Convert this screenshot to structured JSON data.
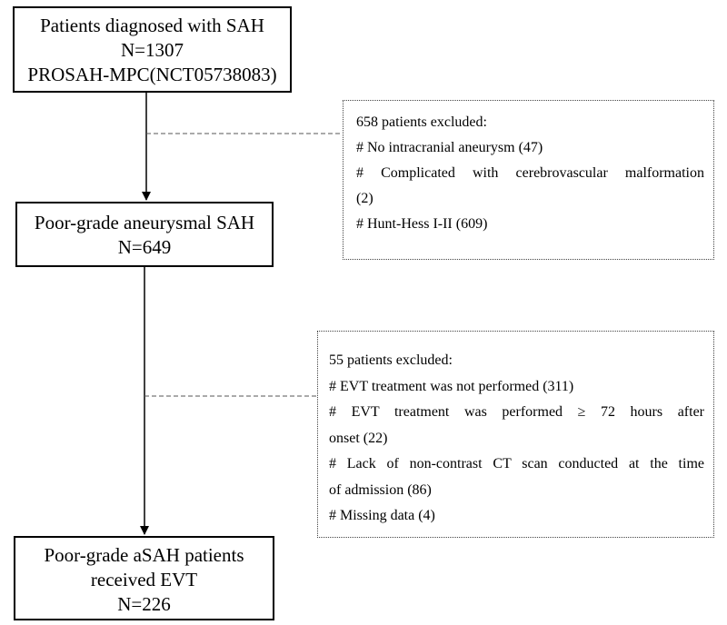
{
  "boxes": {
    "box1": {
      "lines": [
        "Patients diagnosed with SAH",
        "N=1307",
        "PROSAH-MPC(NCT05738083)"
      ]
    },
    "box2": {
      "lines": [
        "Poor-grade aneurysmal SAH",
        "N=649"
      ]
    },
    "box3": {
      "lines": [
        "Poor-grade aSAH patients",
        "received EVT",
        "N=226"
      ]
    }
  },
  "exclusions": {
    "ex1": {
      "lines": [
        "658 patients excluded:",
        "# No intracranial aneurysm (47)",
        "# Complicated with cerebrovascular malformation",
        "(2)",
        "# Hunt-Hess I-II (609)"
      ]
    },
    "ex2": {
      "lines": [
        "55 patients excluded:",
        "# EVT treatment was not performed (311)",
        "# EVT treatment was performed ≥ 72 hours after",
        "onset (22)",
        "# Lack of non-contrast CT scan conducted at the time",
        "of admission (86)",
        "# Missing data (4)"
      ]
    }
  },
  "colors": {
    "line": "#000000",
    "dashed": "#555555",
    "border": "#000000"
  }
}
